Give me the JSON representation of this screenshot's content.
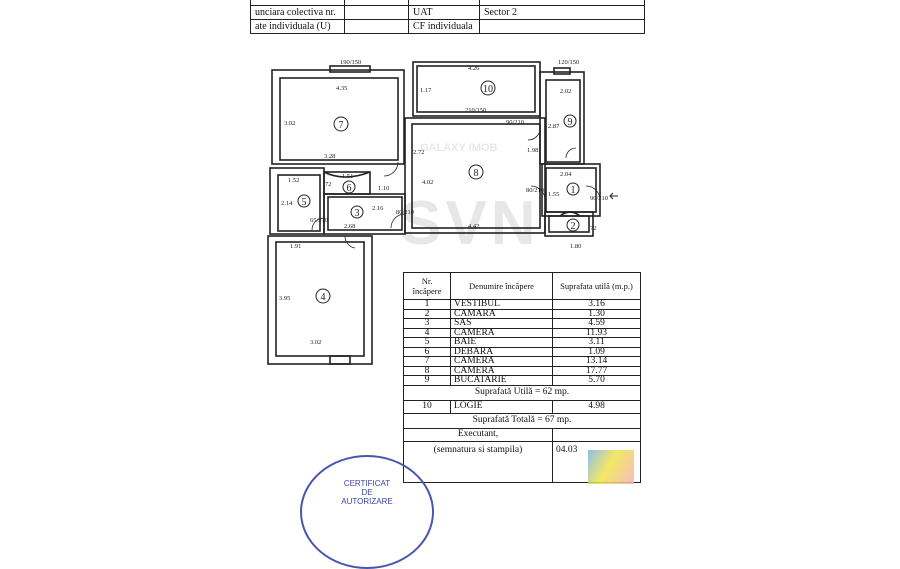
{
  "header": {
    "row1": {
      "c1": "unciara colectiva nr.",
      "c3": "UAT",
      "c4": "Sector 2"
    },
    "row2": {
      "c1": "ate individuala (U)",
      "c3": "CF individuala",
      "c4": ""
    }
  },
  "plan": {
    "rooms": [
      "1",
      "2",
      "3",
      "4",
      "5",
      "6",
      "7",
      "8",
      "9",
      "10"
    ],
    "dims": [
      "4.35",
      "3.02",
      "3.28",
      "4.26",
      "1.17",
      "2.02",
      "2.87",
      "2.04",
      "1.55",
      "2.72",
      "4.02",
      "1.98",
      "4.42",
      "1.52",
      "2.14",
      "1.51",
      "1.10",
      "2.16",
      "2.68",
      "1.91",
      "3.95",
      "3.02",
      "1.80",
      "72",
      "72",
      "190/150",
      "120/150",
      "210/150",
      "80/210",
      "80/210",
      "90/210",
      "65/210",
      "90/210"
    ]
  },
  "table": {
    "headers": [
      "Nr. încăpere",
      "Denumire încăpere",
      "Suprafata utilă (m.p.)"
    ],
    "rows": [
      {
        "nr": "1",
        "name": "VESTIBUL",
        "area": "3.16"
      },
      {
        "nr": "2",
        "name": "CAMARA",
        "area": "1.30"
      },
      {
        "nr": "3",
        "name": "SAS",
        "area": "4.59"
      },
      {
        "nr": "4",
        "name": "CAMERA",
        "area": "11.93"
      },
      {
        "nr": "5",
        "name": "BAIE",
        "area": "3.11"
      },
      {
        "nr": "6",
        "name": "DEBARA",
        "area": "1.09"
      },
      {
        "nr": "7",
        "name": "CAMERA",
        "area": "13.14"
      },
      {
        "nr": "8",
        "name": "CAMERA",
        "area": "17.77"
      },
      {
        "nr": "9",
        "name": "BUCATARIE",
        "area": "5.70"
      }
    ],
    "useful_total": "Suprafată Utilă = 62 mp.",
    "logie": {
      "nr": "10",
      "name": "LOGIE",
      "area": "4.98"
    },
    "grand_total": "Suprafată Totală = 67 mp.",
    "executant": "Executant,",
    "signature": "(semnatura si stampila)",
    "date": "04.03"
  },
  "stamp": {
    "line1": "CERTIFICAT",
    "line2": "DE",
    "line3": "AUTORIZARE"
  },
  "watermark": {
    "brand": "SVN",
    "agency": "GALAXY IMOB"
  }
}
